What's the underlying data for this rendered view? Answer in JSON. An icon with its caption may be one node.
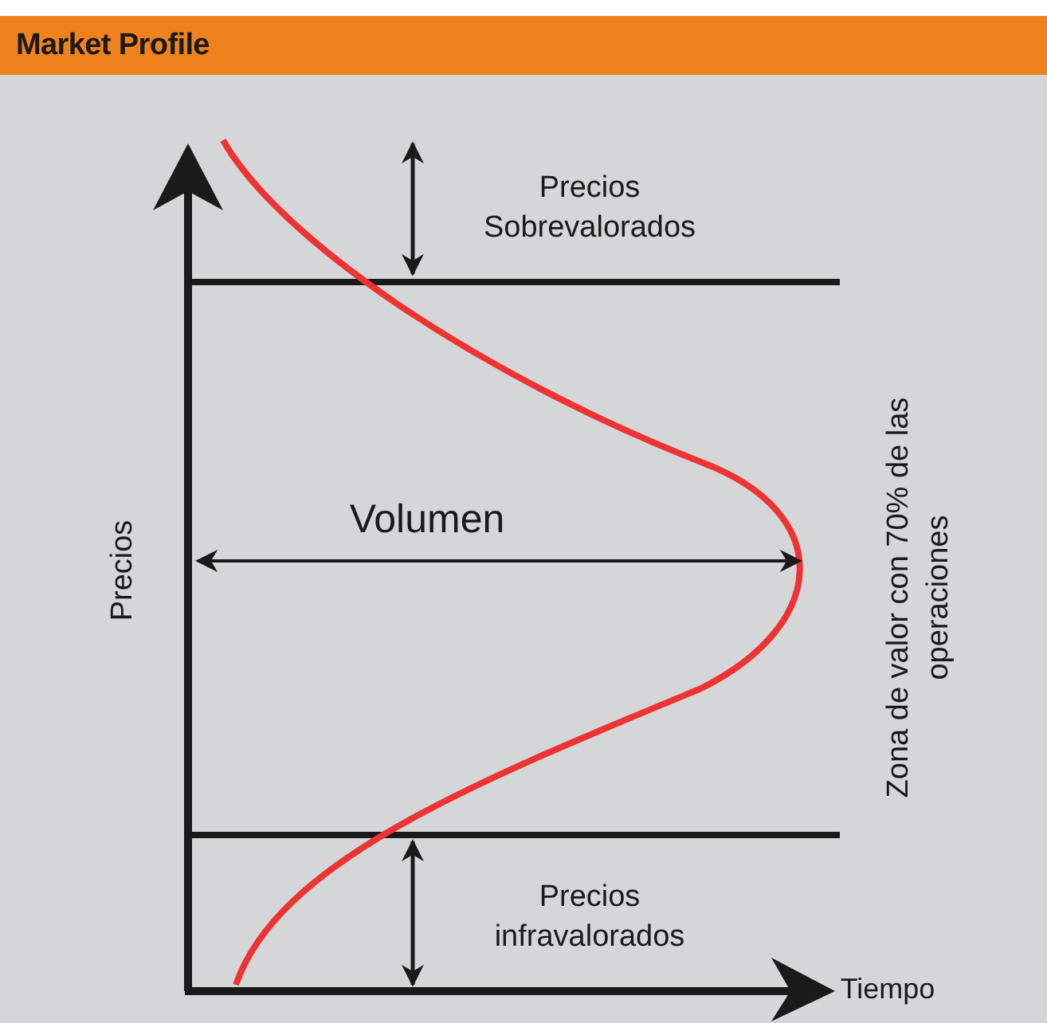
{
  "diagram": {
    "title": "Market Profile",
    "labels": [
      "Precios Sobrevalorados",
      "Volumen",
      "Precios",
      "Zona de valor con 70% de las operaciones",
      "Precios infravalorados",
      "Tiempo"
    ]
  }
}
